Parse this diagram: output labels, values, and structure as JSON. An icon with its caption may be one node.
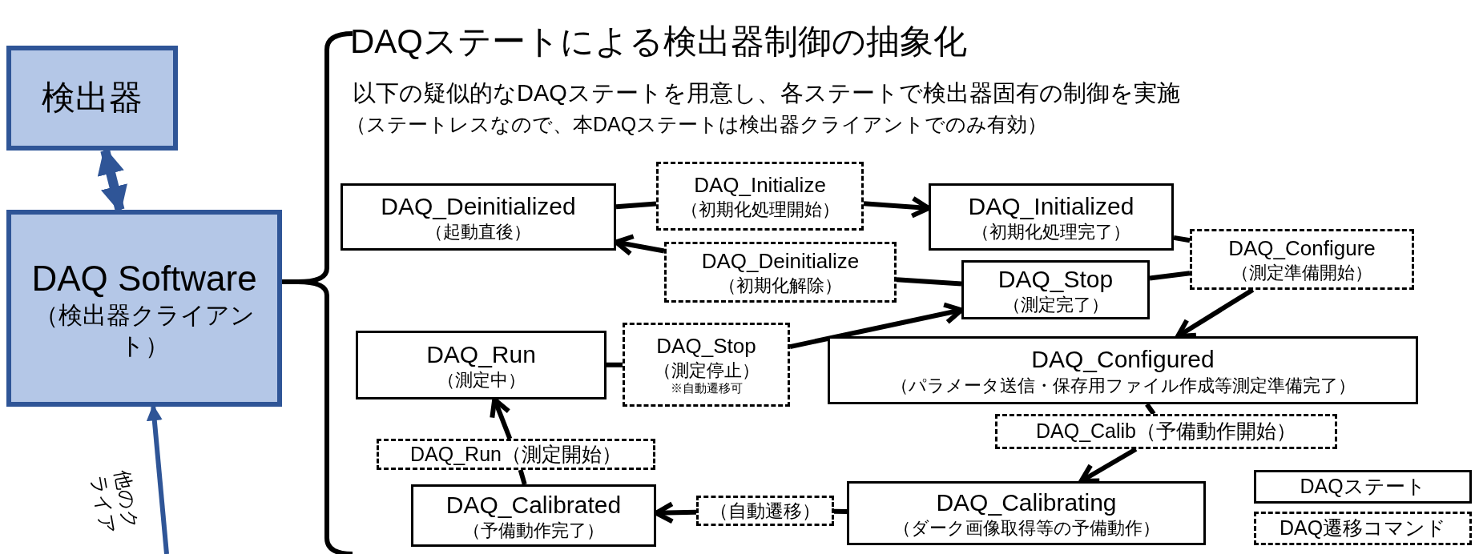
{
  "diagram": {
    "title": "DAQステートによる検出器制御の抽象化",
    "nodes": [
      {
        "text": [
          "検出器"
        ]
      },
      {
        "text": [
          "DAQ Software",
          "（検出器クライアント）"
        ]
      },
      {
        "text": [
          "DAQ_Deinitialized",
          "（起動直後）"
        ]
      },
      {
        "text": [
          "DAQ_Initialize",
          "（初期化処理開始）"
        ]
      },
      {
        "text": [
          "DAQ_Initialized",
          "（初期化処理完了）"
        ]
      },
      {
        "text": [
          "DAQ_Deinitialize",
          "（初期化解除）"
        ]
      },
      {
        "text": [
          "DAQ_Stop",
          "（測定完了）"
        ]
      },
      {
        "text": [
          "DAQ_Configure",
          "（測定準備開始）"
        ]
      },
      {
        "text": [
          "DAQ_Run",
          "（測定中）"
        ]
      },
      {
        "text": [
          "DAQ_Stop",
          "（測定停止）",
          "※自動遷移可"
        ]
      },
      {
        "text": [
          "DAQ_Configured",
          "（パラメータ送信・保存用ファイル作成等測定準備完了）"
        ]
      },
      {
        "text": [
          "DAQ_Calib（予備動作開始）"
        ]
      },
      {
        "text": [
          "DAQ_Run（測定開始）"
        ]
      },
      {
        "text": [
          "DAQ_Calibrated",
          "（予備動作完了）"
        ]
      },
      {
        "text": [
          "（自動遷移）"
        ]
      },
      {
        "text": [
          "DAQ_Calibrating",
          "（ダーク画像取得等の予備動作）"
        ]
      }
    ],
    "edges": [
      {
        "from": 0,
        "to": 1,
        "arrow": "both",
        "style": "thick",
        "color": "#2f5597"
      },
      {
        "from": 2,
        "to": 3,
        "arrow": "none"
      },
      {
        "from": 3,
        "to": 4,
        "arrow": "to"
      },
      {
        "from": 4,
        "to": 7,
        "arrow": "none"
      },
      {
        "from": 6,
        "to": 7,
        "arrow": "none"
      },
      {
        "from": 7,
        "to": 10,
        "arrow": "to"
      },
      {
        "from": 10,
        "to": 11,
        "arrow": "none"
      },
      {
        "from": 11,
        "to": 15,
        "arrow": "to"
      },
      {
        "from": 15,
        "to": 14,
        "arrow": "none"
      },
      {
        "from": 14,
        "to": 13,
        "arrow": "to"
      },
      {
        "from": 13,
        "to": 12,
        "arrow": "none"
      },
      {
        "from": 12,
        "to": 8,
        "arrow": "to"
      },
      {
        "from": 8,
        "to": 9,
        "arrow": "none"
      },
      {
        "from": 9,
        "to": 6,
        "arrow": "to"
      },
      {
        "from": 6,
        "to": 5,
        "arrow": "none"
      },
      {
        "from": 5,
        "to": 2,
        "arrow": "to"
      },
      {
        "from": null,
        "to": 1,
        "arrow": "to",
        "label": "他のクライア",
        "color": "#2f5597"
      }
    ],
    "labels": [
      "以下の疑似的なDAQステートを用意し、各ステートで検出器固有の制御を実施",
      "（ステートレスなので、本DAQステートは検出器クライアントでのみ有効）"
    ],
    "legend": [
      {
        "text": "DAQステート"
      },
      {
        "text": "DAQ遷移コマンド"
      }
    ]
  }
}
